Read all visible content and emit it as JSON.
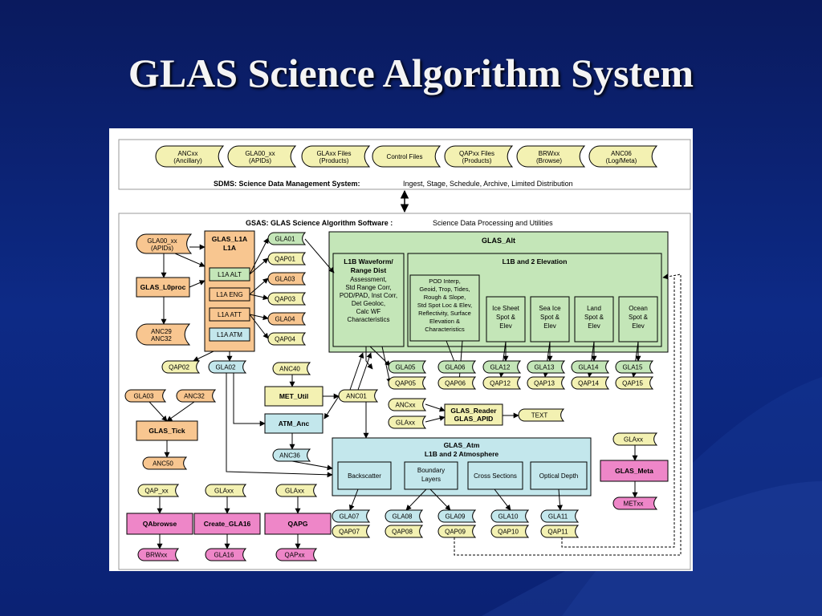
{
  "slide": {
    "title": "GLAS Science Algorithm System"
  },
  "sdms": {
    "label": "SDMS: Science Data Management System:",
    "desc": "Ingest, Stage, Schedule, Archive, Limited Distribution",
    "tabs": [
      {
        "l1": "ANCxx",
        "l2": "(Ancillary)",
        "color": "#f3f1b2"
      },
      {
        "l1": "GLA00_xx",
        "l2": "(APIDs)",
        "color": "#f3f1b2"
      },
      {
        "l1": "GLAxx Files",
        "l2": "(Products)",
        "color": "#f3f1b2"
      },
      {
        "l1": "Control Files",
        "l2": "",
        "color": "#f3f1b2"
      },
      {
        "l1": "QAPxx Files",
        "l2": "(Products)",
        "color": "#f3f1b2"
      },
      {
        "l1": "BRWxx",
        "l2": "(Browse)",
        "color": "#f3f1b2"
      },
      {
        "l1": "ANC06",
        "l2": "(Log/Meta)",
        "color": "#f3f1b2"
      }
    ]
  },
  "gsas": {
    "label": "GSAS: GLAS Science Algorithm Software :",
    "desc": "Science Data  Processing and Utilities"
  },
  "l1a": {
    "in_l1": "GLA00_xx",
    "in_l2": "(APIDs)",
    "title_l1": "GLAS_L1A",
    "title_l2": "L1A",
    "sub": [
      "L1A ALT",
      "L1A ENG",
      "L1A ATT",
      "L1A ATM"
    ],
    "outputs": [
      "GLA01",
      "QAP01",
      "GLA03",
      "QAP03",
      "GLA04",
      "QAP04"
    ],
    "qap02": "QAP02",
    "gla02": "GLA02"
  },
  "l0proc": {
    "label": "GLAS_L0proc",
    "anc_l1": "ANC29",
    "anc_l2": "ANC32"
  },
  "alt": {
    "title": "GLAS_Alt",
    "wf_title_l1": "L1B Waveform/",
    "wf_title_l2": "Range Dist",
    "wf_lines": [
      "Assessment,",
      "Std Range Corr,",
      "POD/PAD, Inst Corr,",
      "Det Geoloc,",
      "Calc WF",
      "Characteristics"
    ],
    "elev_title": "L1B and 2 Elevation",
    "pod_lines": [
      "POD Interp,",
      "Geoid, Trop, Tides,",
      "Rough & Slope,",
      "Std Spot Loc & Elev,",
      "Reflectivity, Surface",
      "Elevation &",
      "Characteristics"
    ],
    "spots": [
      [
        "Ice Sheet",
        "Spot &",
        "Elev"
      ],
      [
        "Sea Ice",
        "Spot &",
        "Elev"
      ],
      [
        "Land",
        "Spot &",
        "Elev"
      ],
      [
        "Ocean",
        "Spot &",
        "Elev"
      ]
    ],
    "gla": [
      "GLA05",
      "GLA06",
      "GLA12",
      "GLA13",
      "GLA14",
      "GLA15"
    ],
    "qap": [
      "QAP05",
      "QAP06",
      "QAP12",
      "QAP13",
      "QAP14",
      "QAP15"
    ]
  },
  "tick": {
    "in1": "GLA03",
    "in2": "ANC32",
    "label": "GLAS_Tick",
    "out": "ANC50"
  },
  "met": {
    "anc40": "ANC40",
    "label": "MET_Util",
    "anc01": "ANC01"
  },
  "atm_anc": {
    "label": "ATM_Anc",
    "out": "ANC36"
  },
  "reader": {
    "in1": "ANCxx",
    "in2": "GLAxx",
    "l1": "GLAS_Reader",
    "l2": "GLAS_APID",
    "out": "TEXT"
  },
  "atm": {
    "title_l1": "GLAS_Atm",
    "title_l2": "L1B and 2 Atmosphere",
    "subs": [
      [
        "Backscatter"
      ],
      [
        "Boundary",
        "Layers"
      ],
      [
        "Cross Sections"
      ],
      [
        "Optical Depth"
      ]
    ],
    "gla": [
      "GLA07",
      "GLA08",
      "GLA09",
      "GLA10",
      "GLA11"
    ],
    "qap": [
      "QAP07",
      "QAP08",
      "QAP09",
      "QAP10",
      "QAP11"
    ]
  },
  "meta": {
    "in": "GLAxx",
    "label": "GLAS_Meta",
    "out": "METxx"
  },
  "bottom": [
    {
      "in": "QAP_xx",
      "label": "QAbrowse",
      "out": "BRWxx"
    },
    {
      "in": "GLAxx",
      "label": "Create_GLA16",
      "out": "GLA16"
    },
    {
      "in": "GLAxx",
      "label": "QAPG",
      "out": "QAPxx"
    }
  ],
  "colors": {
    "yellow": "#f3f1b2",
    "orange": "#f8c690",
    "green": "#c4e6b8",
    "cyan": "#c3e7ec",
    "pink": "#ee86c8",
    "tan": "#f8c690"
  }
}
